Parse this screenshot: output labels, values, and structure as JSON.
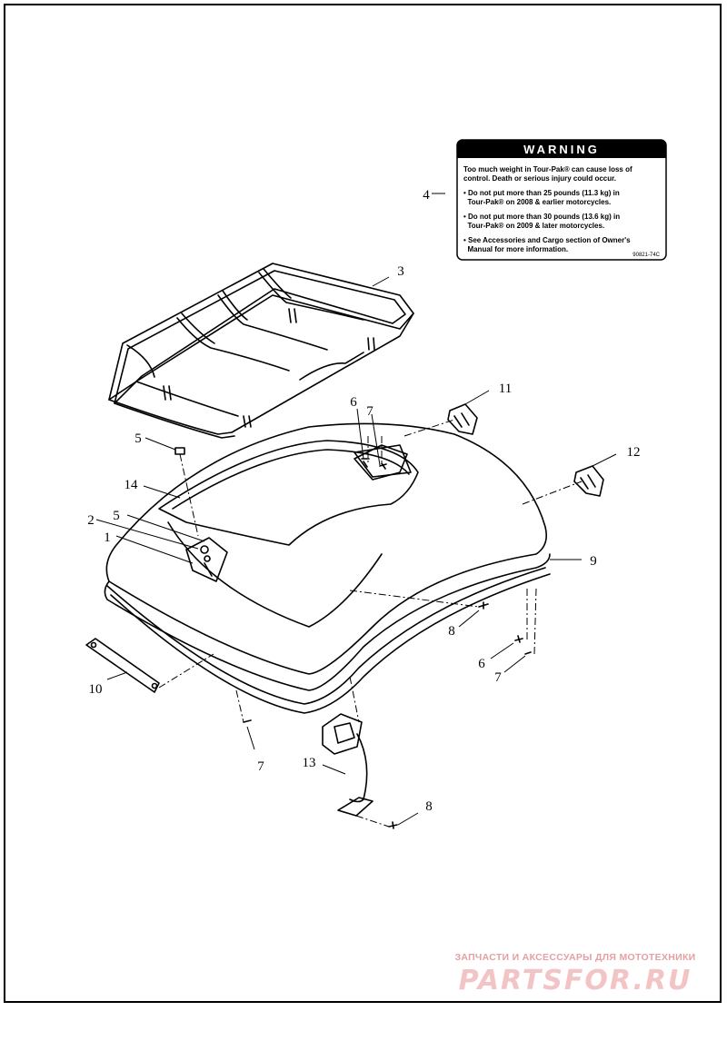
{
  "warning_label": {
    "title": "WARNING",
    "lines": [
      "Too much weight in Tour-Pak® can cause loss of",
      "control. Death or serious injury could occur.",
      "• Do not put more than 25 pounds (11.3 kg) in",
      "  Tour-Pak® on 2008 & earlier motorcycles.",
      "• Do not put more than 30 pounds (13.6 kg) in",
      "  Tour-Pak® on 2009 & later motorcycles.",
      "• See Accessories and Cargo section of Owner's",
      "  Manual for more information."
    ],
    "code": "90821-74C"
  },
  "callouts": {
    "c1": "1",
    "c2": "2",
    "c3": "3",
    "c4": "4",
    "c5a": "5",
    "c5b": "5",
    "c6a": "6",
    "c6b": "6",
    "c7a": "7",
    "c7b": "7",
    "c7c": "7",
    "c8a": "8",
    "c8b": "8",
    "c9": "9",
    "c10": "10",
    "c11": "11",
    "c12": "12",
    "c13": "13",
    "c14": "14"
  },
  "watermark": {
    "tagline": "ЗАПЧАСТИ И АКСЕССУАРЫ ДЛЯ МОТОТЕХНИКИ",
    "brand": "PARTSFOR.RU"
  }
}
